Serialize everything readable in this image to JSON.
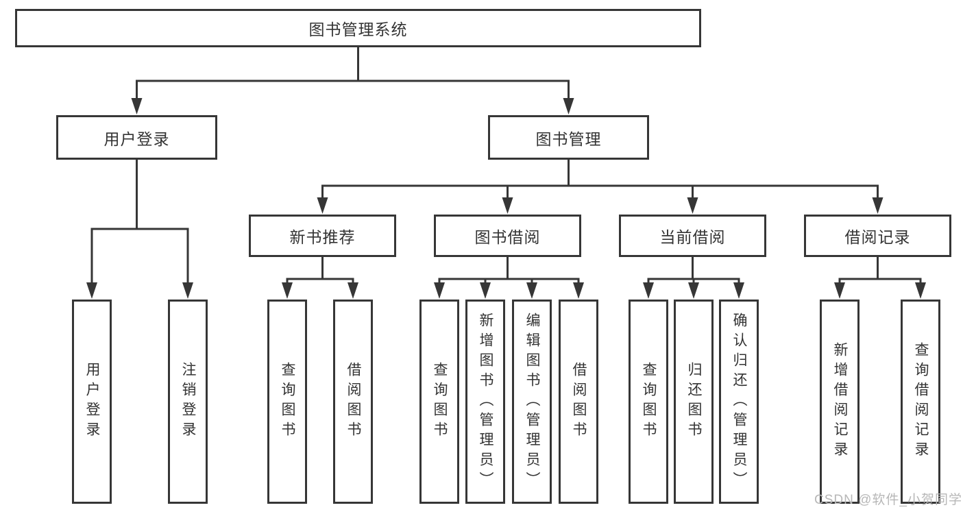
{
  "diagram": {
    "root": {
      "label": "图书管理系统"
    },
    "branches": [
      {
        "label": "用户登录",
        "children": [
          {
            "label": "用户登录"
          },
          {
            "label": "注销登录"
          }
        ]
      },
      {
        "label": "图书管理",
        "groups": [
          {
            "label": "新书推荐",
            "children": [
              {
                "label": "查询图书"
              },
              {
                "label": "借阅图书"
              }
            ]
          },
          {
            "label": "图书借阅",
            "children": [
              {
                "label": "查询图书"
              },
              {
                "label": "新增图书（管理员）"
              },
              {
                "label": "编辑图书（管理员）"
              },
              {
                "label": "借阅图书"
              }
            ]
          },
          {
            "label": "当前借阅",
            "children": [
              {
                "label": "查询图书"
              },
              {
                "label": "归还图书"
              },
              {
                "label": "确认归还（管理员）"
              }
            ]
          },
          {
            "label": "借阅记录",
            "children": [
              {
                "label": "新增借阅记录"
              },
              {
                "label": "查询借阅记录"
              }
            ]
          }
        ]
      }
    ]
  },
  "colors": {
    "line": "#363636",
    "text": "#333333",
    "watermark": "#b7b7b7"
  },
  "watermark": "CSDN @软件_小贺同学"
}
